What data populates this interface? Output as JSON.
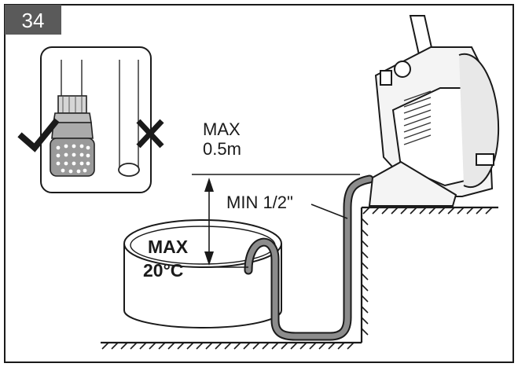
{
  "figure": {
    "number": "34",
    "labels": {
      "max_height_title": "MAX",
      "max_height_value": "0.5m",
      "min_hose": "MIN 1/2\"",
      "max_temp_title": "MAX",
      "max_temp_value": "20°C"
    },
    "inset": {
      "correct_mark": "check-mark-icon",
      "incorrect_mark": "cross-mark-icon"
    }
  },
  "colors": {
    "badge": "#5a5a5a",
    "line": "#1a1a1a",
    "hose_fill": "#8c8c8c"
  }
}
